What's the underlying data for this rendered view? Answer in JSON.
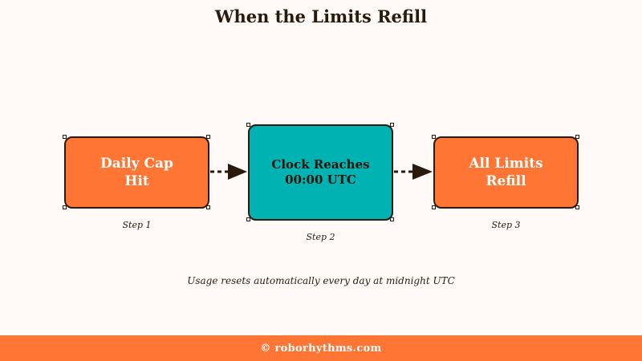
{
  "title": "When the Limits Refill",
  "steps": [
    {
      "label": "Daily Cap\nHit",
      "caption": "Step 1",
      "color": "#fe7534"
    },
    {
      "label": "Clock Reaches\n00:00 UTC",
      "caption": "Step 2",
      "color": "#00b2b2"
    },
    {
      "label": "All Limits\nRefill",
      "caption": "Step 3",
      "color": "#fe7534"
    }
  ],
  "note": "Usage resets automatically every day at midnight UTC",
  "footer": "© roborhythms.com",
  "colors": {
    "accent": "#fe7534",
    "teal": "#00b2b2",
    "ink": "#2a1a0c",
    "background": "#fffaf8"
  }
}
